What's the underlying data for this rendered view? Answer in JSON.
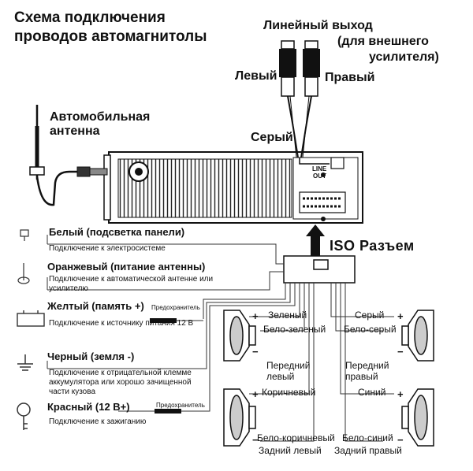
{
  "title_line1": "Схема подключения",
  "title_line2": "проводов автомагнитолы",
  "line_out": {
    "title": "Линейный выход",
    "note_line1": "(для внешнего",
    "note_line2": "усилителя)",
    "left": "Левый",
    "right": "Правый",
    "cable": "Серый",
    "jack_label_1": "LINE",
    "jack_label_2": "OUT"
  },
  "antenna": {
    "line1": "Автомобильная",
    "line2": "антенна"
  },
  "iso_connector": "ISO Разъем",
  "wires": [
    {
      "name": "Белый (подсветка панели)",
      "note_line1": "Подключение к электросистеме",
      "note_line2": "",
      "fuse_label": ""
    },
    {
      "name": "Оранжевый (питание антенны)",
      "note_line1": "Подключение к автоматической антенне или",
      "note_line2": "усилителю",
      "fuse_label": ""
    },
    {
      "name": "Желтый (память +)",
      "note_line1": "Подключение к источнику питания 12 В",
      "note_line2": "",
      "fuse_label": "Предохранитель"
    },
    {
      "name": "Черный (земля -)",
      "note_line1": "Подключение к отрицательной клемме",
      "note_line2": "аккумулятора или хорошо зачищенной",
      "note_line3": "части кузова",
      "fuse_label": ""
    },
    {
      "name": "Красный (12 В+)",
      "note_line1": "Подключение к зажиганию",
      "note_line2": "",
      "fuse_label": "Предохранитель"
    }
  ],
  "speakers": {
    "front_left": {
      "plus_wire": "Зеленый",
      "minus_wire": "Бело-зеленый",
      "label_line1": "Передний",
      "label_line2": "левый"
    },
    "front_right": {
      "plus_wire": "Серый",
      "minus_wire": "Бело-серый",
      "label_line1": "Передний",
      "label_line2": "правый"
    },
    "rear_left": {
      "plus_wire": "Коричневый",
      "minus_wire": "Бело-коричневый",
      "label": "Задний левый"
    },
    "rear_right": {
      "plus_wire": "Синий",
      "minus_wire": "Бело-синий",
      "label": "Задний правый"
    }
  },
  "polarity": {
    "plus": "+",
    "minus": "−"
  }
}
